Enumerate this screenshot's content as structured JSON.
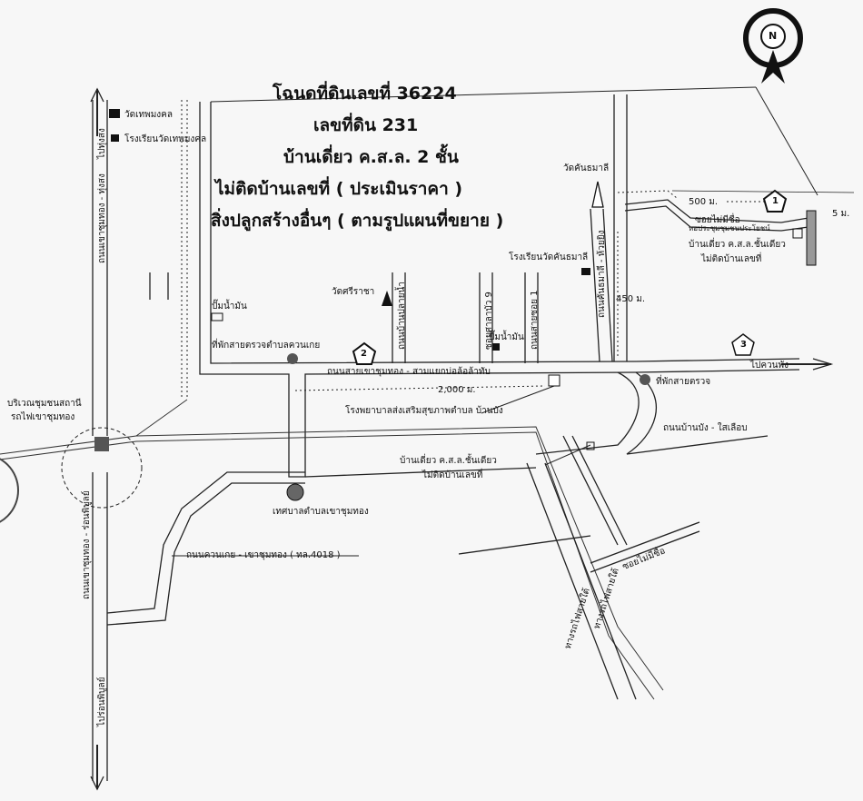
{
  "title": {
    "line1": "โฉนดที่ดินเลขที่ 36224",
    "line2": "เลขที่ดิน 231",
    "line3": "บ้านเดี่ยว ค.ส.ล. 2 ชั้น",
    "line4": "ไม่ติดบ้านเลขที่ ( ประเมินราคา )",
    "line5": "สิ่งปลูกสร้างอื่นๆ ( ตามรูปแผนที่ขยาย )"
  },
  "compass": {
    "label": "N"
  },
  "landmarks": {
    "wat_thepmongkol": "วัดเทพมงคล",
    "school_thepmongkol": "โรงเรียนวัดเทพมงคล",
    "wat_khanthamali": "วัดคันธมาลี",
    "school_khanthamali": "โรงเรียนวัดคันธมาลี",
    "wat_si_racha": "วัดศรีราชา",
    "gas_station_1": "ปั๊มน้ำมัน",
    "gas_station_2": "ปั๊มน้ำมัน",
    "police_box_khuan_koei": "ที่พักสายตรวจตำบลควนเกย",
    "police_box": "ที่พักสายตรวจ",
    "railway_area_line1": "บริเวณชุมชนสถานี",
    "railway_area_line2": "รถไฟเขาชุมทอง",
    "hospital": "โรงพยาบาลส่งเสริมสุขภาพตำบล บ้านบัง",
    "municipality": "เทศบาลตำบลเขาชุมทอง",
    "house_mid_line1": "บ้านเดี่ยว ค.ส.ล.ชั้นเดียว",
    "house_mid_line2": "ไม่ติดบ้านเลขที่",
    "house_ne_line1": "บ้านเดี่ยว ค.ส.ล.ชั้นเดียว",
    "house_ne_line2": "ไม่ติดบ้านเลขที่",
    "community_hall": "หอประชุมชุมชนประโยชน์"
  },
  "roads": {
    "main_road": "ถนนสายเขาชุมทอง - สามแยกบ่อล้อล้าทับ",
    "to_khuan_phang": "ไปควนพัง",
    "ban_bang_road": "ถนนบ้านบัง - ใสเลือบ",
    "khuan_koei_road": "ถนนควนเกย - เขาชุมทอง ( ทล.4018 )",
    "unnamed_soi_1": "ซอยไม่มีชื่อ",
    "unnamed_soi_2": "ซอยไม่มีชื่อ",
    "left_upper_vertical": "ถนนเขาชุมทอง - ทุ่งสง",
    "left_to_north": "ไปทุ่งสง",
    "left_lower_vertical": "ถนนเขาชุมทอง - ร่อนพิบูลย์",
    "left_to_south": "ไปร่อนพิบูลย์",
    "soi_road_1": "ถนนบ้านปลายน้ำ",
    "soi_road_2": "ซอยศาลาบัว 9",
    "soi_road_3": "ถนนสายซอย 1",
    "khanthamali_road": "ถนนคันธมาลี - ห้วยยิง",
    "railway_1": "ทางรถไฟสายใต้",
    "railway_2": "ทางรถไฟสายใต้"
  },
  "distances": {
    "d500": "500 ม.",
    "d5": "5 ม.",
    "d450": "450 ม.",
    "d2000": "2,000 ม."
  },
  "markers": [
    "1",
    "2",
    "3"
  ],
  "colors": {
    "ink": "#111111",
    "paper": "#f7f7f7"
  }
}
